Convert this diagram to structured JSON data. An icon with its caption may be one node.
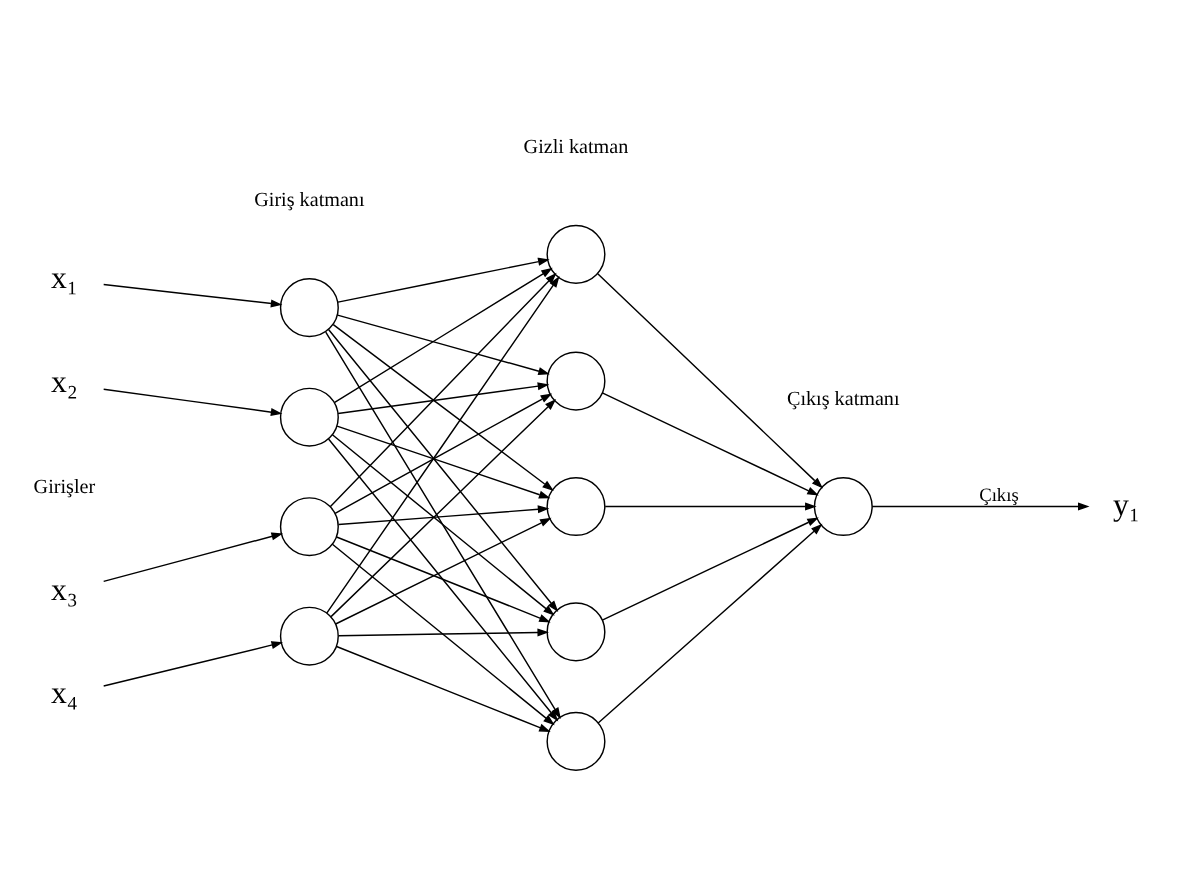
{
  "diagram": {
    "nodes": [
      {
        "text": [
          "x₁"
        ]
      },
      {
        "text": [
          "x₂"
        ]
      },
      {
        "text": [
          "x₃"
        ]
      },
      {
        "text": [
          "x₄"
        ]
      },
      {
        "text": [],
        "shape": "circle"
      },
      {
        "text": [],
        "shape": "circle"
      },
      {
        "text": [],
        "shape": "circle"
      },
      {
        "text": [],
        "shape": "circle"
      },
      {
        "text": [],
        "shape": "circle"
      },
      {
        "text": [],
        "shape": "circle"
      },
      {
        "text": [],
        "shape": "circle"
      },
      {
        "text": [],
        "shape": "circle"
      },
      {
        "text": [],
        "shape": "circle"
      },
      {
        "text": [],
        "shape": "circle"
      },
      {
        "text": [
          "y₁"
        ]
      }
    ],
    "edges": [
      {
        "from": 0,
        "to": 4,
        "arrow": "to"
      },
      {
        "from": 1,
        "to": 5,
        "arrow": "to"
      },
      {
        "from": 2,
        "to": 6,
        "arrow": "to"
      },
      {
        "from": 3,
        "to": 7,
        "arrow": "to"
      },
      {
        "from": 4,
        "to": 8,
        "arrow": "to"
      },
      {
        "from": 4,
        "to": 9,
        "arrow": "to"
      },
      {
        "from": 4,
        "to": 10,
        "arrow": "to"
      },
      {
        "from": 4,
        "to": 11,
        "arrow": "to"
      },
      {
        "from": 4,
        "to": 12,
        "arrow": "to"
      },
      {
        "from": 5,
        "to": 8,
        "arrow": "to"
      },
      {
        "from": 5,
        "to": 9,
        "arrow": "to"
      },
      {
        "from": 5,
        "to": 10,
        "arrow": "to"
      },
      {
        "from": 5,
        "to": 11,
        "arrow": "to"
      },
      {
        "from": 5,
        "to": 12,
        "arrow": "to"
      },
      {
        "from": 6,
        "to": 8,
        "arrow": "to"
      },
      {
        "from": 6,
        "to": 9,
        "arrow": "to"
      },
      {
        "from": 6,
        "to": 10,
        "arrow": "to"
      },
      {
        "from": 6,
        "to": 11,
        "arrow": "to"
      },
      {
        "from": 6,
        "to": 12,
        "arrow": "to"
      },
      {
        "from": 7,
        "to": 8,
        "arrow": "to"
      },
      {
        "from": 7,
        "to": 9,
        "arrow": "to"
      },
      {
        "from": 7,
        "to": 10,
        "arrow": "to"
      },
      {
        "from": 7,
        "to": 11,
        "arrow": "to"
      },
      {
        "from": 7,
        "to": 12,
        "arrow": "to"
      },
      {
        "from": 8,
        "to": 13,
        "arrow": "to"
      },
      {
        "from": 9,
        "to": 13,
        "arrow": "to"
      },
      {
        "from": 10,
        "to": 13,
        "arrow": "to"
      },
      {
        "from": 11,
        "to": 13,
        "arrow": "to"
      },
      {
        "from": 12,
        "to": 13,
        "arrow": "to"
      },
      {
        "from": 13,
        "to": 14,
        "arrow": "to",
        "label": "Çıkış"
      }
    ],
    "labels": [
      "Giriş katmanı",
      "Gizli katman",
      "Çıkış katmanı",
      "Girişler"
    ]
  }
}
